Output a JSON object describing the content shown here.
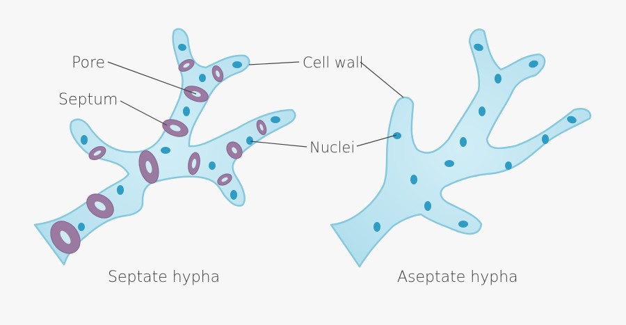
{
  "labels": {
    "pore": "Pore",
    "septum": "Septum",
    "cell_wall": "Cell wall",
    "nuclei": "Nuclei",
    "septate_caption": "Septate hypha",
    "aseptate_caption": "Aseptate hypha"
  },
  "colors": {
    "background": "#f7f7f7",
    "cytoplasm": "#bfe4f0",
    "cell_wall": "#86c8dd",
    "nucleus": "#2f9cc4",
    "septum": "#9b7aa1",
    "leader_line": "#444444"
  }
}
